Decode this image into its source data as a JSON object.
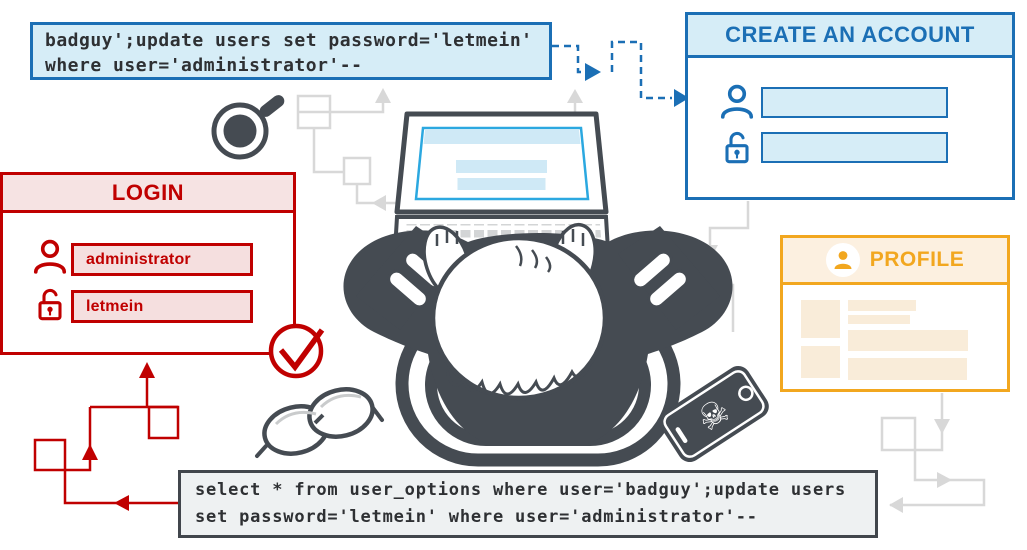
{
  "injected_input_box": {
    "line1": "badguy';update users set password='letmein'",
    "line2": "where user='administrator'--"
  },
  "executed_query_box": {
    "line1": "select * from user_options where user='badguy';update users",
    "line2": "set password='letmein' where user='administrator'--"
  },
  "create_account_panel": {
    "title": "CREATE AN ACCOUNT",
    "username_value": "",
    "password_value": "",
    "icons": [
      "user-icon",
      "open-padlock-icon"
    ]
  },
  "login_panel": {
    "title": "LOGIN",
    "username_value": "administrator",
    "password_value": "letmein",
    "icons": [
      "user-icon",
      "open-padlock-icon",
      "checkmark-circle-icon"
    ]
  },
  "profile_panel": {
    "title": "PROFILE",
    "icons": [
      "user-avatar-icon"
    ]
  },
  "illustration": {
    "icons": [
      "laptop-icon",
      "person-top-view",
      "coffee-cup-icon",
      "glasses-icon",
      "smartphone-skull-icon",
      "skull-crossbones-icon"
    ],
    "skull_glyph": "☠"
  },
  "colors": {
    "blue": "#1b6fb5",
    "light_blue": "#d6edf7",
    "screen_blue": "#2ba8e0",
    "red": "#c00000",
    "light_red": "#f6e3e3",
    "orange": "#f2a71f",
    "light_orange": "#fcf0e0",
    "dark_gray": "#454b52",
    "light_gray": "#d8d8d8",
    "code_box_bg": "#eef1f2"
  }
}
